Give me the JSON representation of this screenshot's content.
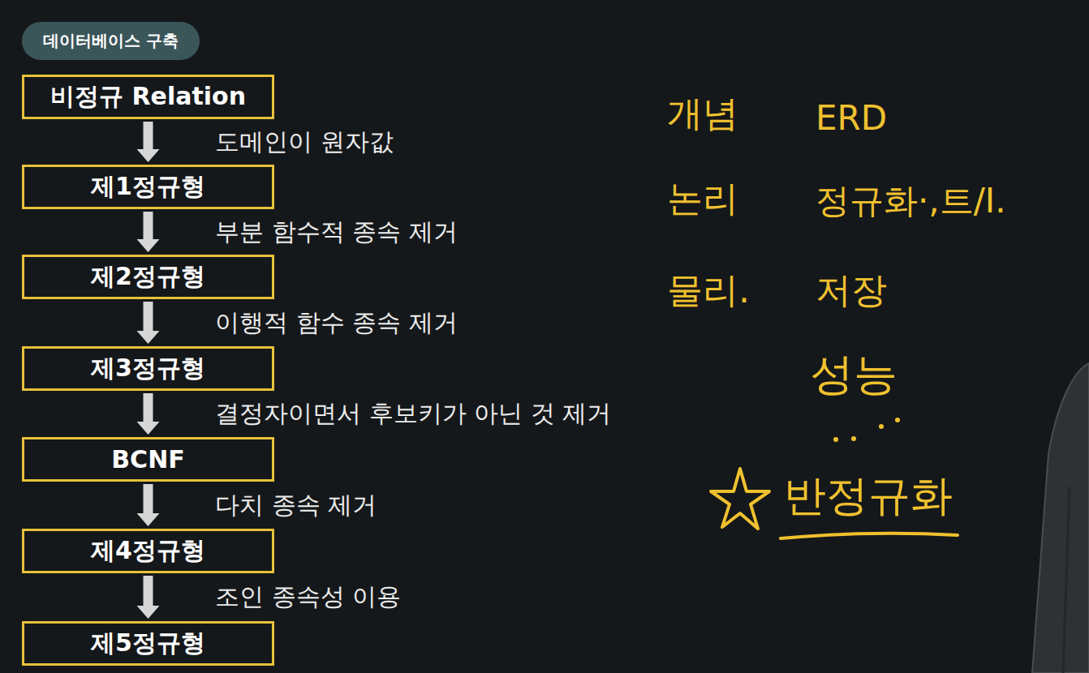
{
  "diagram": {
    "title": "데이터베이스 구축",
    "nodes": [
      {
        "text": [
          "비정규 Relation"
        ]
      },
      {
        "text": [
          "제1정규형"
        ]
      },
      {
        "text": [
          "제2정규형"
        ]
      },
      {
        "text": [
          "제3정규형"
        ]
      },
      {
        "text": [
          "BCNF"
        ]
      },
      {
        "text": [
          "제4정규형"
        ]
      },
      {
        "text": [
          "제5정규형"
        ]
      }
    ],
    "edges": [
      {
        "from": 0,
        "to": 1,
        "arrow": "to",
        "label": "도메인이 원자값"
      },
      {
        "from": 1,
        "to": 2,
        "arrow": "to",
        "label": "부분 함수적 종속 제거"
      },
      {
        "from": 2,
        "to": 3,
        "arrow": "to",
        "label": "이행적 함수 종속 제거"
      },
      {
        "from": 3,
        "to": 4,
        "arrow": "to",
        "label": "결정자이면서 후보키가 아닌 것 제거"
      },
      {
        "from": 4,
        "to": 5,
        "arrow": "to",
        "label": "다치 종속 제거"
      },
      {
        "from": 5,
        "to": 6,
        "arrow": "to",
        "label": "조인 종속성 이용"
      }
    ],
    "labels": [
      "개념",
      "ERD",
      "논리",
      "정규화·,트/I.",
      "물리.",
      "저장",
      "성능",
      "반정규화"
    ]
  }
}
